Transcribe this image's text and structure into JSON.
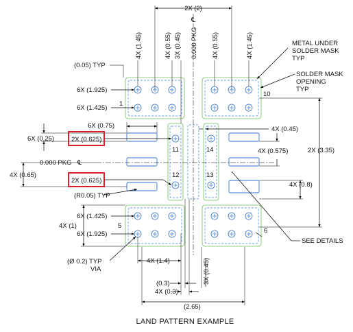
{
  "title": "LAND PATTERN EXAMPLE",
  "top_labels": {
    "two_x_2": "2X (2)",
    "four_x_145_left": "4X (1.45)",
    "four_x_055_left": "4X (0.55)",
    "three_x_045_top": "3X (0.45)",
    "pkg_center_v": "0.000 PKG",
    "four_x_055_right": "4X (0.55)",
    "four_x_145_right": "4X (1.45)"
  },
  "left_labels": {
    "typ_005": "(0.05) TYP",
    "six_x_1925_top": "6X (1.925)",
    "six_x_1425_top": "6X (1.425)",
    "pin1": "1",
    "six_x_075": "6X (0.75)",
    "six_x_025": "6X (0.25)",
    "two_x_0625_a": "2X (0.625)",
    "pkg_center_h": "0.000 PKG",
    "four_x_065": "4X (0.65)",
    "two_x_0625_b": "2X (0.625)",
    "r005": "(R0.05) TYP",
    "six_x_1425_bot": "6X (1.425)",
    "four_x_1": "4X (1)",
    "pin5": "5",
    "six_x_1925_bot": "6X (1.925)",
    "via_dia": "(Ø 0.2) TYP",
    "via": "VIA"
  },
  "pin_labels": {
    "p10": "10",
    "p11": "11",
    "p12": "12",
    "p13": "13",
    "p14": "14",
    "p6": "6"
  },
  "right_labels": {
    "metal_under": [
      "METAL UNDER",
      "SOLDER MASK",
      "TYP"
    ],
    "mask_opening": [
      "SOLDER MASK",
      "OPENING",
      "TYP"
    ],
    "four_x_045": "4X (0.45)",
    "four_x_0575": "4X (0.575)",
    "two_x_335": "2X (3.35)",
    "four_x_08": "4X (0.8)",
    "see_details": "SEE DETAILS"
  },
  "bottom_labels": {
    "four_x_14": "4X (1.4)",
    "dim_03": "(0.3)",
    "three_x_045_bot": "3X (0.45)",
    "four_x_03": "4X (0.3)",
    "dim_265": "(2.65)"
  },
  "colors": {
    "mask_outline": "#6cbf5c",
    "pad_outline": "#2d6fcc",
    "highlight": "#d6202a"
  }
}
